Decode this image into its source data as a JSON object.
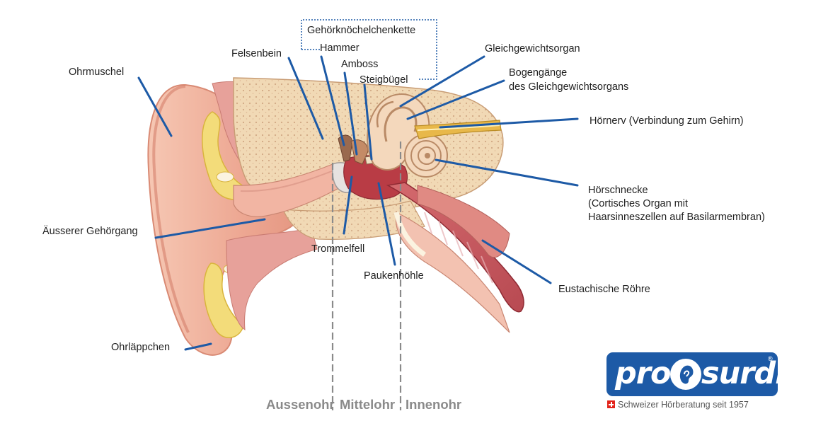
{
  "labels": {
    "ohrmuschel": "Ohrmuschel",
    "felsenbein": "Felsenbein",
    "group_title": "Gehörknöchelchenkette",
    "hammer": "Hammer",
    "amboss": "Amboss",
    "steigbuegel": "Steigbügel",
    "gleichgewichtsorgan": "Gleichgewichtsorgan",
    "bogengaenge_1": "Bogengänge",
    "bogengaenge_2": "des Gleichgewichtsorgans",
    "hoernerv": "Hörnerv (Verbindung zum Gehirn)",
    "hoerschnecke_1": "Hörschnecke",
    "hoerschnecke_2": "(Cortisches Organ mit",
    "hoerschnecke_3": "Haarsinneszellen auf Basilarmembran)",
    "gehoergang": "Äusserer Gehörgang",
    "trommelfell": "Trommelfell",
    "paukenhoehle": "Paukenhöhle",
    "eustachische": "Eustachische Röhre",
    "ohrlaeppchen": "Ohrläppchen"
  },
  "zones": {
    "aussenohr": "Aussenohr",
    "mittelohr": "Mittelohr",
    "innenohr": "Innenohr"
  },
  "logo": {
    "pro": "pro",
    "surdis": "surdis",
    "registered": "®",
    "tagline": "Schweizer Hörberatung seit 1957"
  },
  "colors": {
    "leader_line": "#1d5aa6",
    "brand_blue": "#1d5aa6",
    "zone_text": "#8a8a8a",
    "skin": "#f2b7a0",
    "bone": "#f1d9b5",
    "cartilage": "#f3dc7a",
    "canal_red": "#c9414a"
  }
}
